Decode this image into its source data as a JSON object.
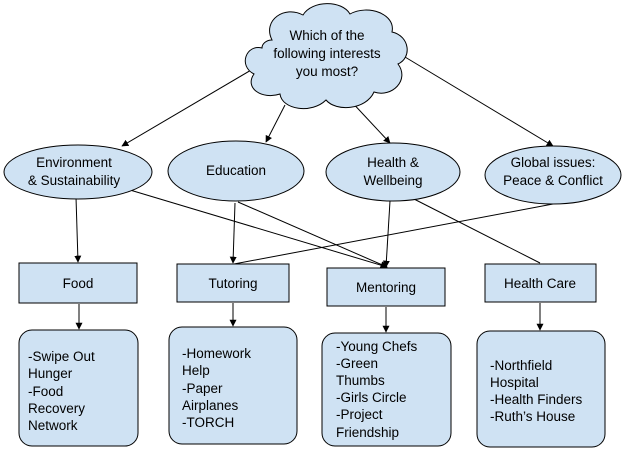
{
  "question": {
    "lines": [
      "Which of the",
      "following interests",
      "you most?"
    ]
  },
  "interests": [
    {
      "lines": [
        "Environment",
        "& Sustainability"
      ]
    },
    {
      "lines": [
        "Education"
      ]
    },
    {
      "lines": [
        "Health &",
        "Wellbeing"
      ]
    },
    {
      "lines": [
        "Global issues:",
        "Peace & Conflict"
      ]
    }
  ],
  "categories": [
    {
      "label": "Food"
    },
    {
      "label": "Tutoring"
    },
    {
      "label": "Mentoring"
    },
    {
      "label": "Health Care"
    }
  ],
  "programs": [
    {
      "lines": [
        "-Swipe Out",
        "Hunger",
        "-Food",
        "Recovery",
        "Network"
      ]
    },
    {
      "lines": [
        "-Homework",
        "Help",
        "-Paper",
        "Airplanes",
        "-TORCH"
      ]
    },
    {
      "lines": [
        "-Young Chefs",
        "-Green",
        "Thumbs",
        "-Girls Circle",
        "-Project",
        "Friendship"
      ]
    },
    {
      "lines": [
        "-Northfield",
        "Hospital",
        "-Health Finders",
        "-Ruth’s House"
      ]
    }
  ],
  "colors": {
    "node_fill": "#cfe2f3",
    "stroke": "#000000"
  }
}
